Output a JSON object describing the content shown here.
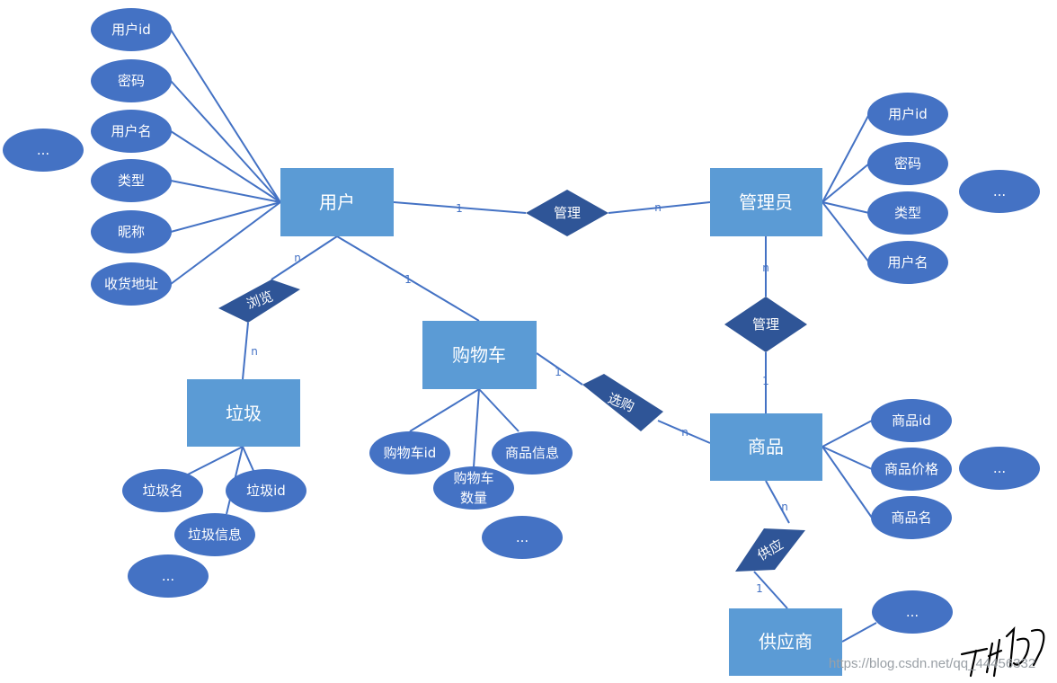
{
  "diagram": {
    "entities": {
      "user": "用户",
      "admin": "管理员",
      "trash": "垃圾",
      "cart": "购物车",
      "goods": "商品",
      "supplier": "供应商"
    },
    "relationships": {
      "user_admin": "管理",
      "admin_goods": "管理",
      "user_trash": "浏览",
      "cart_goods": "选购",
      "goods_supplier": "供应"
    },
    "attributes": {
      "user": [
        "用户id",
        "密码",
        "用户名",
        "类型",
        "昵称",
        "收货地址",
        "..."
      ],
      "admin": [
        "用户id",
        "密码",
        "类型",
        "用户名",
        "..."
      ],
      "trash": [
        "垃圾名",
        "垃圾id",
        "垃圾信息",
        "..."
      ],
      "cart": [
        "购物车id",
        "购物车",
        "数量",
        "商品信息",
        "..."
      ],
      "goods": [
        "商品id",
        "商品价格",
        "商品名",
        "..."
      ],
      "supplier": [
        "..."
      ]
    },
    "cardinalities": {
      "user_admin_user": "1",
      "user_admin_admin": "n",
      "admin_goods_admin": "n",
      "admin_goods_goods": "1",
      "user_trash_user": "n",
      "user_trash_trash": "n",
      "user_cart_user": "1",
      "cart_goods_cart": "1",
      "cart_goods_goods": "n",
      "goods_supplier_goods": "n",
      "goods_supplier_supplier": "1"
    },
    "colors": {
      "entity": "#5b9bd5",
      "attribute": "#4472c4",
      "relationship": "#2f5597",
      "line": "#4472c4"
    }
  },
  "watermark": {
    "url": "https://blog.csdn.net/qq_44456332"
  }
}
